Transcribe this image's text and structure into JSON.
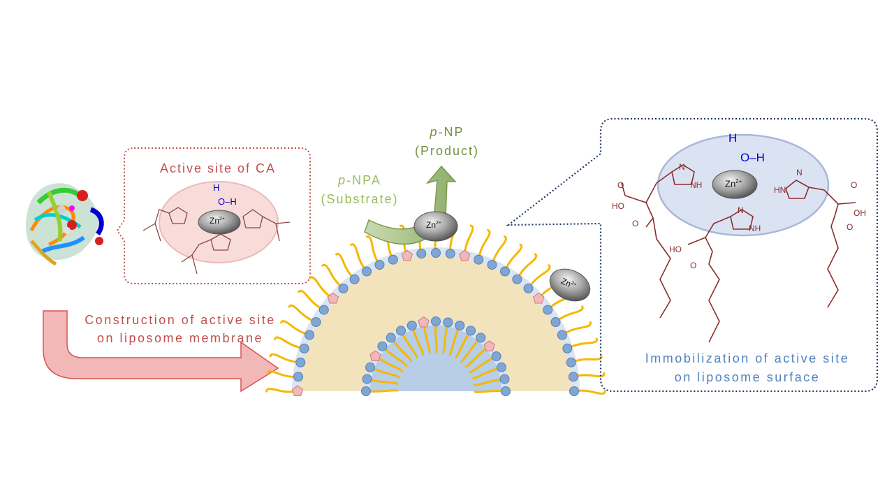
{
  "labels": {
    "active_site_title": "Active site of CA",
    "construction_line1": "Construction of active site",
    "construction_line2": "on liposome membrane",
    "substrate_prefix": "p",
    "substrate_name": "-NPA",
    "substrate_role": "(Substrate)",
    "product_prefix": "p",
    "product_name": "-NP",
    "product_role": "(Product)",
    "immobilization_line1": "Immobilization of active site",
    "immobilization_line2": "on liposome surface"
  },
  "chem": {
    "zinc_ion": "Zn",
    "zinc_charge": "2+",
    "water_h": "H",
    "water_oh": "O–H",
    "imidazole_n": "N",
    "imidazole_nh": "NH",
    "imidazole_hn": "HN",
    "carboxyl": "HO",
    "acid": "OH",
    "carbonyl_o": "O"
  },
  "colors": {
    "enzyme_outline": "#c0504d",
    "arrow_fill": "#f2b8b8",
    "membrane_blue": "#95b3d7",
    "lipid_head": "#7fa6d4",
    "lipid_tail": "#f5b800",
    "aqueous_core": "#b8cde6",
    "immobilized_outline": "#1f3864",
    "molecule_brown": "#8b2d2d",
    "water_blue": "#0000cc"
  }
}
